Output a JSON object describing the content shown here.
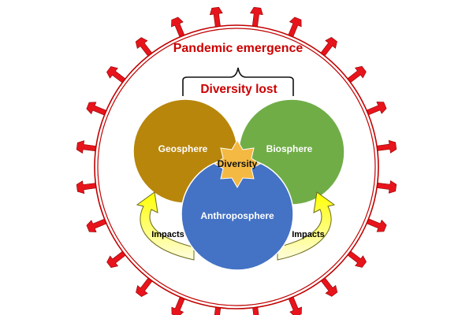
{
  "title": "Pandemic emergence",
  "subtitle": "Diversity lost",
  "spheres": {
    "geosphere": "Geosphere",
    "biosphere": "Biosphere",
    "anthroposphere": "Anthroposphere"
  },
  "center_label": "Diversity",
  "impacts_left": "Impacts",
  "impacts_right": "Impacts",
  "colors": {
    "virus": "#e8141c",
    "title": "#cc0000",
    "geosphere": "#b8860b",
    "biosphere": "#70ad47",
    "anthroposphere": "#4472c4",
    "star": "#f4b942",
    "arrow": "#ffff00"
  },
  "icons": {
    "spike": "virus-spike-icon",
    "arrow": "curved-arrow-icon",
    "star": "star-icon"
  }
}
